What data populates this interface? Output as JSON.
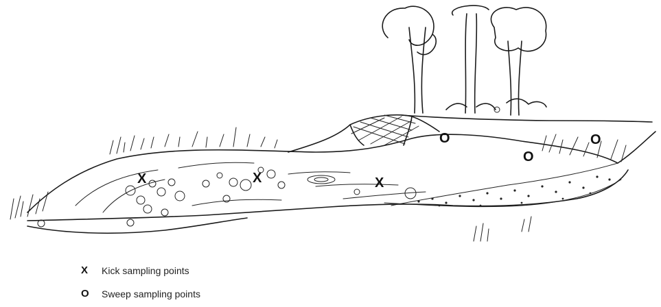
{
  "markers": {
    "kick_symbol": "X",
    "sweep_symbol": "O",
    "kick_points": [
      {
        "id": "kick-1"
      },
      {
        "id": "kick-2"
      },
      {
        "id": "kick-3"
      }
    ],
    "sweep_points": [
      {
        "id": "sweep-1"
      },
      {
        "id": "sweep-2"
      },
      {
        "id": "sweep-3"
      }
    ]
  },
  "legend": {
    "kick_symbol": "X",
    "kick_label": "Kick sampling points",
    "sweep_symbol": "O",
    "sweep_label": "Sweep sampling points"
  },
  "colors": {
    "ink": "#1a1a1a",
    "background": "#ffffff"
  }
}
